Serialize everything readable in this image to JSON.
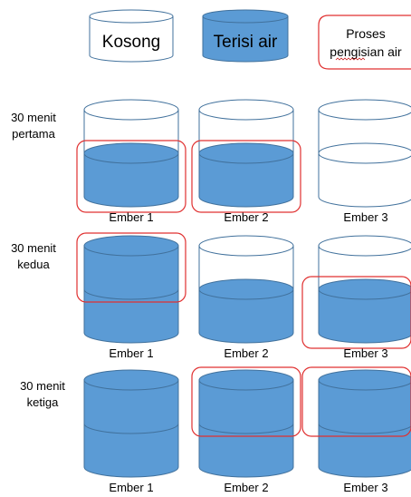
{
  "legend": {
    "empty": "Kosong",
    "filled": "Terisi air",
    "process_line1": "Proses",
    "process_line2": "pengisian air"
  },
  "rows": [
    {
      "label_line1": "30 menit",
      "label_line2": "pertama",
      "buckets": [
        {
          "name": "Ember 1",
          "fill_fraction": 0.5,
          "highlighted": true
        },
        {
          "name": "Ember 2",
          "fill_fraction": 0.5,
          "highlighted": true
        },
        {
          "name": "Ember 3",
          "fill_fraction": 0.0,
          "highlighted": false
        }
      ]
    },
    {
      "label_line1": "30 menit",
      "label_line2": "kedua",
      "buckets": [
        {
          "name": "Ember 1",
          "fill_fraction": 1.0,
          "highlighted": true
        },
        {
          "name": "Ember 2",
          "fill_fraction": 0.5,
          "highlighted": false
        },
        {
          "name": "Ember 3",
          "fill_fraction": 0.5,
          "highlighted": true
        }
      ]
    },
    {
      "label_line1": "30 menit",
      "label_line2": "ketiga",
      "buckets": [
        {
          "name": "Ember 1",
          "fill_fraction": 1.0,
          "highlighted": false
        },
        {
          "name": "Ember 2",
          "fill_fraction": 1.0,
          "highlighted": true
        },
        {
          "name": "Ember 3",
          "fill_fraction": 1.0,
          "highlighted": true
        }
      ]
    }
  ],
  "colors": {
    "water": "#5b9bd5",
    "outline": "#41719c",
    "highlight": "#e03030"
  }
}
